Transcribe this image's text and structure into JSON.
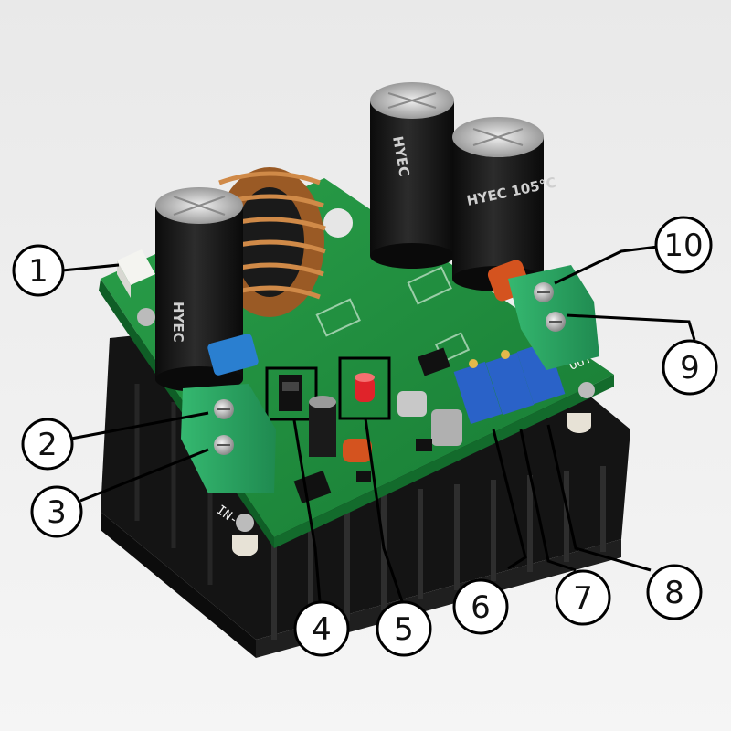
{
  "photo": {
    "subject": "DC-DC boost converter module on heatsink",
    "background_color": "#ededed",
    "pcb_color": "#1f8f3e",
    "heatsink_color": "#1a1a1a",
    "terminal_color": "#2aa866"
  },
  "board_text": {
    "in_label": "IN-",
    "out_label": "OUT",
    "cap_left": "HYEC",
    "cap_mid": "HYEC",
    "cap_right": "HYEC 105°C"
  },
  "callouts": [
    {
      "id": "1",
      "label": "1"
    },
    {
      "id": "2",
      "label": "2"
    },
    {
      "id": "3",
      "label": "3"
    },
    {
      "id": "4",
      "label": "4"
    },
    {
      "id": "5",
      "label": "5"
    },
    {
      "id": "6",
      "label": "6"
    },
    {
      "id": "7",
      "label": "7"
    },
    {
      "id": "8",
      "label": "8"
    },
    {
      "id": "9",
      "label": "9"
    },
    {
      "id": "10",
      "label": "10"
    }
  ]
}
